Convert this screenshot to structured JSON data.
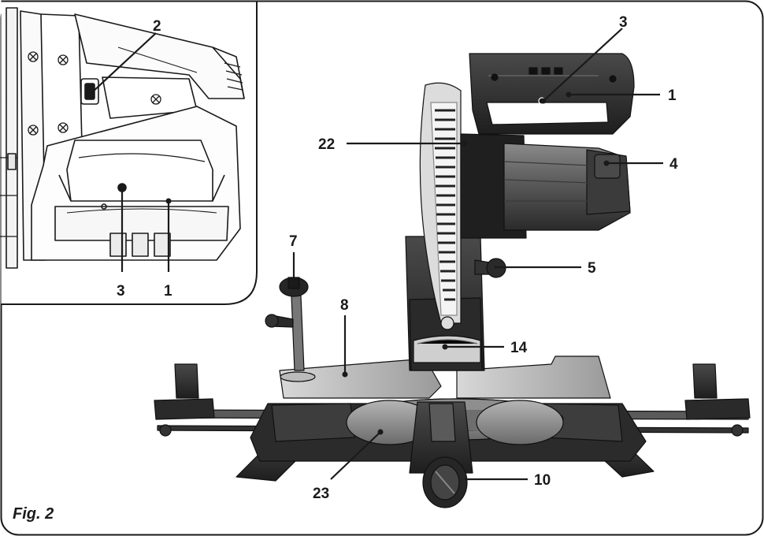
{
  "figure": {
    "caption": "Fig. 2",
    "main_view_callouts": [
      "1",
      "3",
      "4",
      "5",
      "7",
      "8",
      "10",
      "14",
      "22",
      "23"
    ],
    "inset_view_callouts": [
      "1",
      "2",
      "3"
    ]
  },
  "inset": {
    "labels": {
      "switch_lock": "2",
      "trigger_lock": "3",
      "handle": "1"
    }
  },
  "main": {
    "labels": {
      "handle_lock": "3",
      "handle": "1",
      "blade_guard": "22",
      "motor_cap": "4",
      "bevel_lock_knob": "5",
      "clamp_knob": "7",
      "fence": "8",
      "bevel_scale": "14",
      "turntable": "23",
      "miter_knob": "10"
    }
  },
  "icons": [
    "miter-saw-illustration",
    "handle-detail-illustration"
  ]
}
